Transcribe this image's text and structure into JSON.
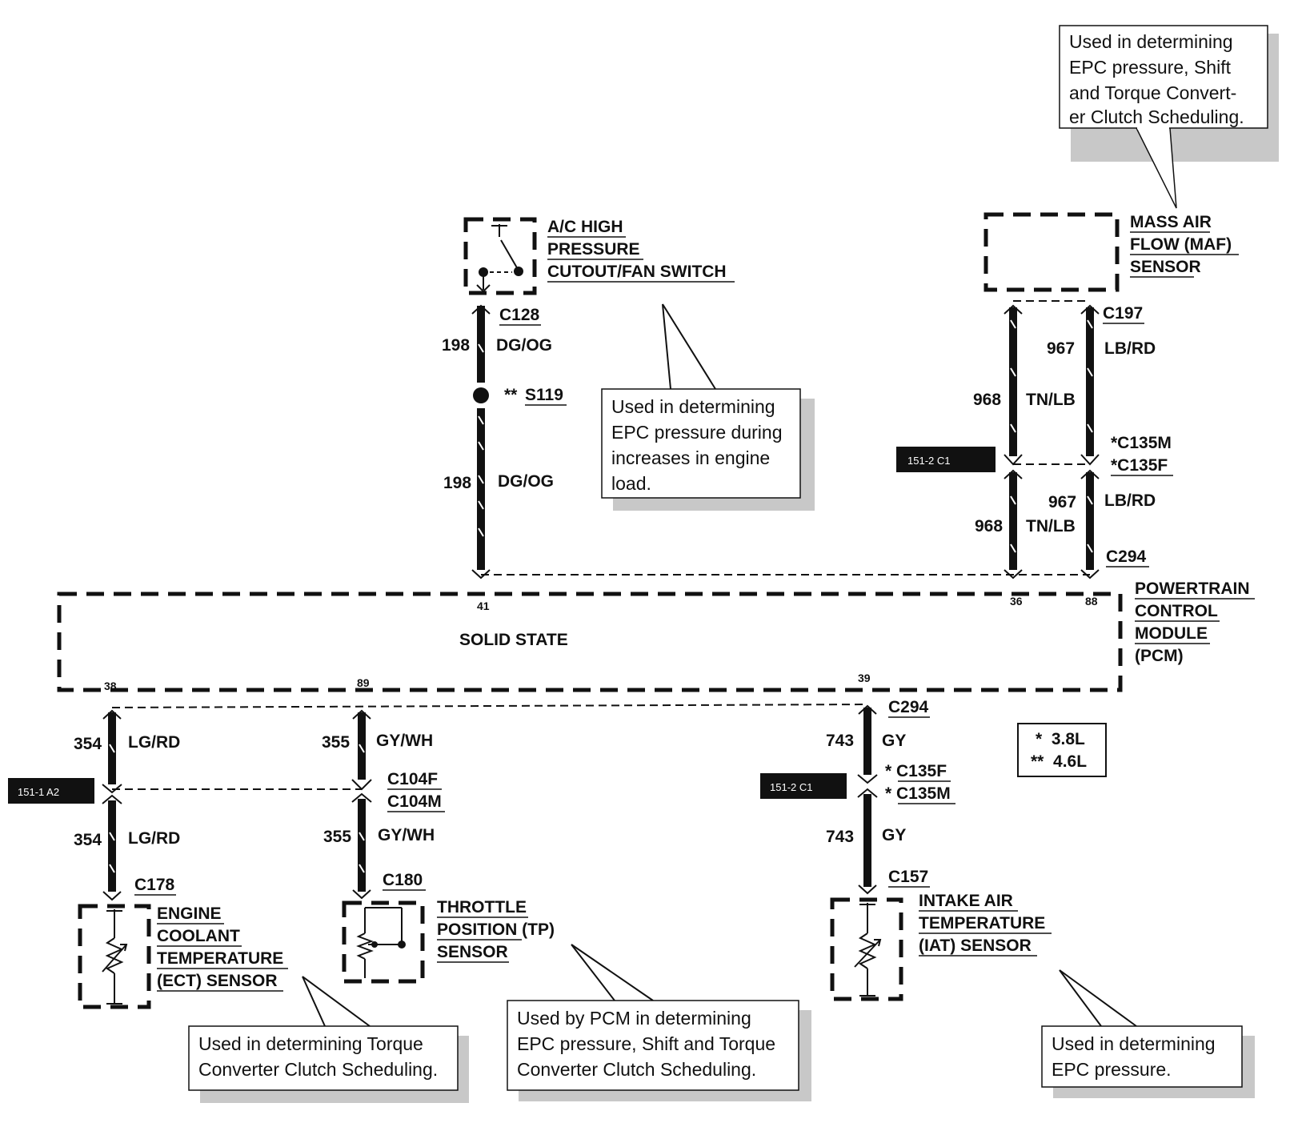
{
  "components": {
    "ac_switch": [
      "A/C HIGH",
      "PRESSURE",
      "CUTOUT/FAN SWITCH"
    ],
    "maf": [
      "MASS AIR",
      "FLOW (MAF)",
      "SENSOR"
    ],
    "pcm": [
      "POWERTRAIN",
      "CONTROL",
      "MODULE",
      "(PCM)"
    ],
    "pcm_inner": "SOLID STATE",
    "ect": [
      "ENGINE",
      "COOLANT",
      "TEMPERATURE",
      "(ECT) SENSOR"
    ],
    "tp": [
      "THROTTLE",
      "POSITION (TP)",
      "SENSOR"
    ],
    "iat": [
      "INTAKE AIR",
      "TEMPERATURE",
      "(IAT) SENSOR"
    ]
  },
  "connectors": {
    "c128": "C128",
    "s119_prefix": "**",
    "s119": "S119",
    "c197": "C197",
    "c135m_top": "*C135M",
    "c135f_top": "*C135F",
    "c294_top": "C294",
    "c294_bottom": "C294",
    "c104f": "C104F",
    "c104m": "C104M",
    "c135f_bottom": "* C135F",
    "c135m_bottom": "* C135M",
    "c178": "C178",
    "c180": "C180",
    "c157": "C157"
  },
  "wires": {
    "w198_upper": {
      "num": "198",
      "color": "DG/OG"
    },
    "w198_lower": {
      "num": "198",
      "color": "DG/OG"
    },
    "w967_upper": {
      "num": "967",
      "color": "LB/RD"
    },
    "w968_upper": {
      "num": "968",
      "color": "TN/LB"
    },
    "w967_lower": {
      "num": "967",
      "color": "LB/RD"
    },
    "w968_lower": {
      "num": "968",
      "color": "TN/LB"
    },
    "w354_upper": {
      "num": "354",
      "color": "LG/RD"
    },
    "w354_lower": {
      "num": "354",
      "color": "LG/RD"
    },
    "w355_upper": {
      "num": "355",
      "color": "GY/WH"
    },
    "w355_lower": {
      "num": "355",
      "color": "GY/WH"
    },
    "w743_upper": {
      "num": "743",
      "color": "GY"
    },
    "w743_lower": {
      "num": "743",
      "color": "GY"
    }
  },
  "pins": {
    "p41": "41",
    "p36": "36",
    "p88": "88",
    "p38": "38",
    "p89": "89",
    "p39": "39"
  },
  "page_refs": {
    "ref_maf": "151-2 C1",
    "ref_ect": "151-1 A2",
    "ref_iat": "151-2 C1"
  },
  "legend": {
    "line1": "*  3.8L",
    "line2": "**  4.6L"
  },
  "notes": {
    "maf": [
      "Used in determining",
      "EPC pressure, Shift",
      "and Torque Convert-",
      "er Clutch Scheduling."
    ],
    "ac": [
      "Used in determining",
      "EPC pressure during",
      "increases in engine",
      "load."
    ],
    "ect": [
      "Used in determining Torque",
      "Converter Clutch Scheduling."
    ],
    "tp": [
      "Used by PCM in determining",
      "EPC pressure, Shift and Torque",
      "Converter Clutch Scheduling."
    ],
    "iat": [
      "Used in determining",
      "EPC pressure."
    ]
  }
}
